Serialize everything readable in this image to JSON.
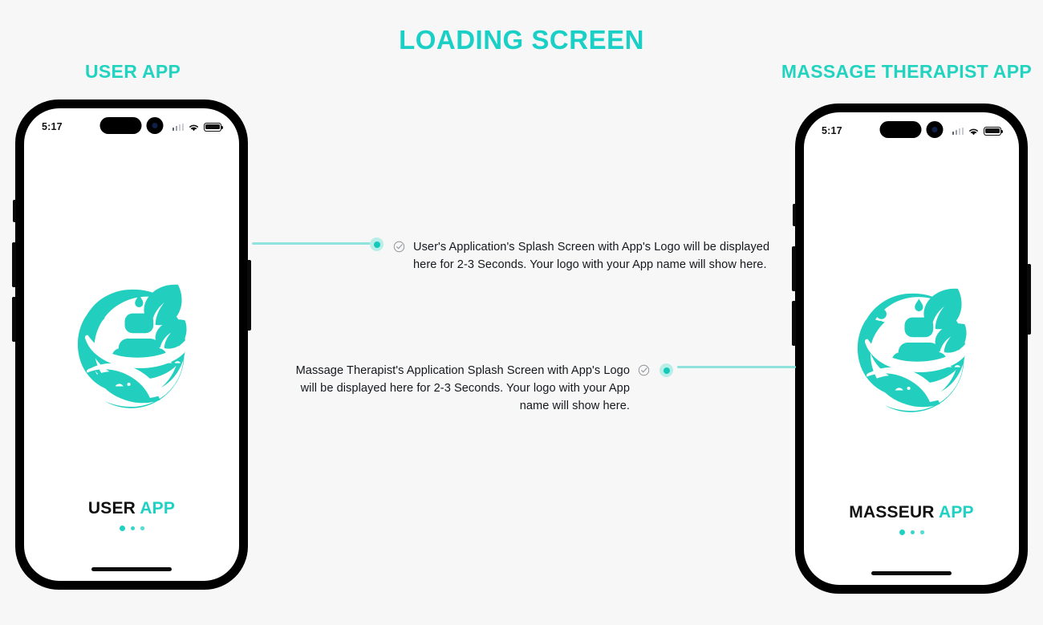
{
  "page": {
    "title": "LOADING SCREEN",
    "background_color": "#f7f7f7",
    "accent_color": "#1FD1C2",
    "title_color": "#19CFC6"
  },
  "sections": [
    {
      "id": "user-app",
      "title": "USER APP"
    },
    {
      "id": "massage-therapist-app",
      "title": "MASSAGE THERAPIST APP"
    }
  ],
  "phones": [
    {
      "id": "user-app-phone",
      "status_bar": {
        "time": "5:17",
        "signal_icon": "cellular-signal-icon",
        "wifi_icon": "wifi-icon",
        "battery_icon": "battery-icon"
      },
      "logo": {
        "name": "spa-stones-leaf-logo",
        "color": "#22CFBF"
      },
      "app_name_primary": "USER",
      "app_name_accent": "APP",
      "loading_dots": 3,
      "home_indicator": "home-indicator-bar"
    },
    {
      "id": "masseur-app-phone",
      "status_bar": {
        "time": "5:17",
        "signal_icon": "cellular-signal-icon",
        "wifi_icon": "wifi-icon",
        "battery_icon": "battery-icon"
      },
      "logo": {
        "name": "spa-stones-leaf-logo",
        "color": "#22CFBF"
      },
      "app_name_primary": "MASSEUR",
      "app_name_accent": "APP",
      "loading_dots": 3,
      "home_indicator": "home-indicator-bar"
    }
  ],
  "callouts": [
    {
      "id": "callout-user-app",
      "marker_icon": "check-circle-icon",
      "node_icon": "connector-node-dot",
      "text": "User's Application's Splash Screen with App's Logo will be displayed here for 2-3 Seconds. Your logo with your App name will show here."
    },
    {
      "id": "callout-masseur-app",
      "marker_icon": "check-circle-icon",
      "node_icon": "connector-node-dot",
      "text": "Massage Therapist's Application Splash Screen with App's Logo will be displayed here for 2-3 Seconds. Your logo with your App name will show here."
    }
  ]
}
